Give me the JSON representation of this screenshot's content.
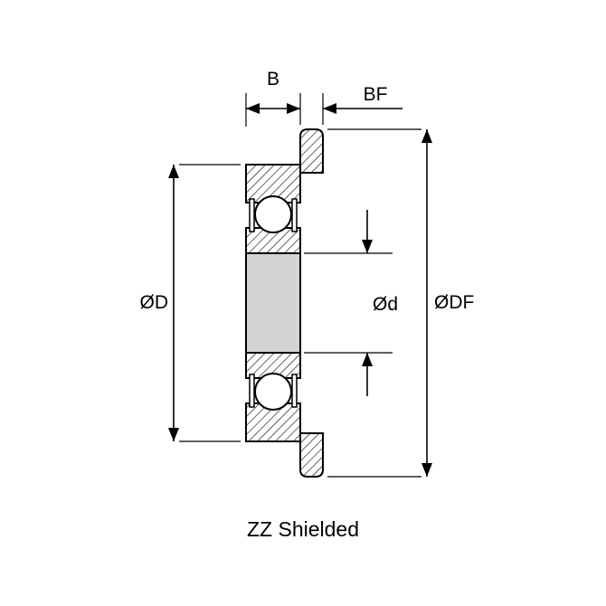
{
  "diagram": {
    "type": "flanged-ball-bearing-cross-section",
    "caption": "ZZ Shielded",
    "dimensions": {
      "width": {
        "label": "B"
      },
      "flange_width": {
        "label": "BF"
      },
      "outer_diameter": {
        "label": "ØD"
      },
      "bore_diameter": {
        "label": "Ød"
      },
      "flange_outer_diameter": {
        "label": "ØDF"
      }
    },
    "colors": {
      "line": "#000000",
      "background": "#ffffff",
      "bore_fill": "#d4d4d4"
    }
  }
}
